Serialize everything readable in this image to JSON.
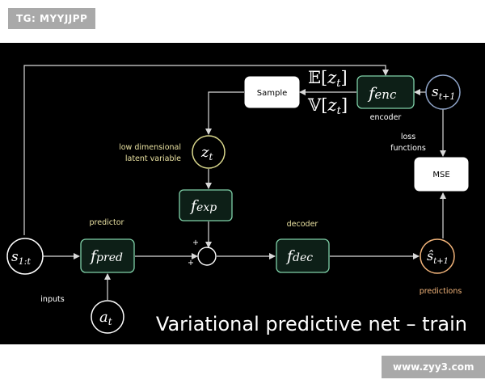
{
  "watermarks": {
    "top_left": "TG: MYYJJPP",
    "bottom_right": "www.zyy3.com"
  },
  "slide": {
    "title": "Variational predictive net – train",
    "labels": {
      "predictor": "predictor",
      "decoder": "decoder",
      "encoder": "encoder",
      "inputs": "inputs",
      "predictions": "predictions",
      "loss_line1": "loss",
      "loss_line2": "functions",
      "latent_line1": "low dimensional",
      "latent_line2": "latent variable",
      "plus_top": "+",
      "plus_bottom": "+"
    },
    "nodes": {
      "sample": "Sample",
      "mse": "MSE",
      "f": "f",
      "enc_sub": "enc",
      "exp_sub": "exp",
      "pred_sub": "pred",
      "dec_sub": "dec",
      "s_input": "s",
      "s_input_sub": "1:t",
      "a_t": "a",
      "a_t_sub": "t",
      "z_t": "z",
      "z_t_sub": "t",
      "s_next": "s",
      "s_next_sub": "t+1",
      "s_hat": "ŝ",
      "s_hat_sub": "t+1"
    },
    "stats": {
      "mean_sym": "𝔼",
      "var_sym": "𝕍",
      "arg_open": "[",
      "arg_z": "z",
      "arg_sub": "t",
      "arg_close": "]"
    },
    "colors": {
      "background": "#000000",
      "box_border": "#7fd1a8",
      "box_fill": "#0d1f17",
      "arrow": "#d9d9d9",
      "latent_ring": "#d9d78c",
      "prediction_ring": "#f2b47a",
      "next_state_ring": "#8fa4c8"
    }
  }
}
